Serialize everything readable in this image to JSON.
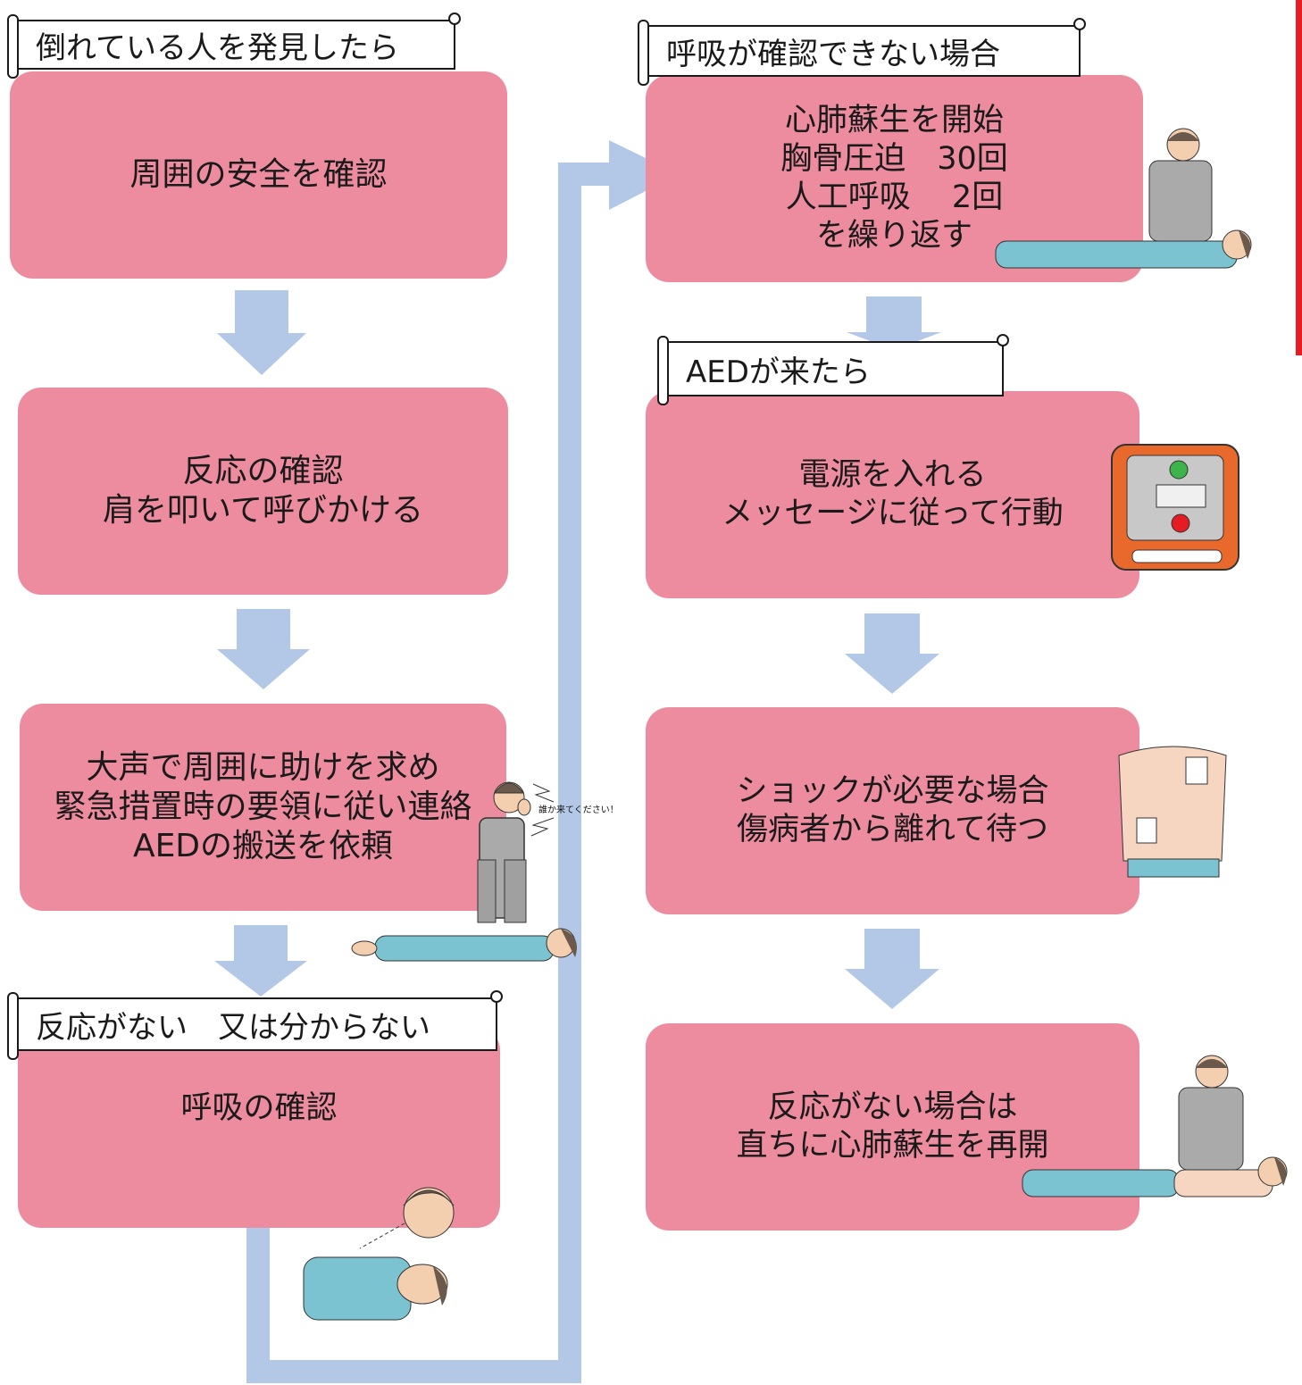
{
  "colors": {
    "box": "#ee8c9f",
    "arrow": "#b3c7e6",
    "redline": "#e51c23"
  },
  "left": {
    "header1": "倒れている人を発見したら",
    "box1": [
      "周囲の安全を確認"
    ],
    "box2": [
      "反応の確認",
      "肩を叩いて呼びかける"
    ],
    "box3": [
      "大声で周囲に助けを求め",
      "緊急措置時の要領に従い連絡",
      "AEDの搬送を依頼"
    ],
    "header2": "反応がない　又は分からない",
    "box4": [
      "呼吸の確認"
    ],
    "speech": "誰か来てください！"
  },
  "right": {
    "header1": "呼吸が確認できない場合",
    "box1": [
      "心肺蘇生を開始",
      "胸骨圧迫　30回",
      "人工呼吸　 2回",
      "を繰り返す"
    ],
    "header2": "AEDが来たら",
    "box2": [
      "電源を入れる",
      "メッセージに従って行動"
    ],
    "box3": [
      "ショックが必要な場合",
      "傷病者から離れて待つ"
    ],
    "box4": [
      "反応がない場合は",
      "直ちに心肺蘇生を再開"
    ]
  },
  "icons": [
    "person-calling-icon",
    "lying-person-icon",
    "breath-check-icon",
    "cpr-person-icon",
    "aed-device-icon",
    "chest-pads-icon"
  ]
}
